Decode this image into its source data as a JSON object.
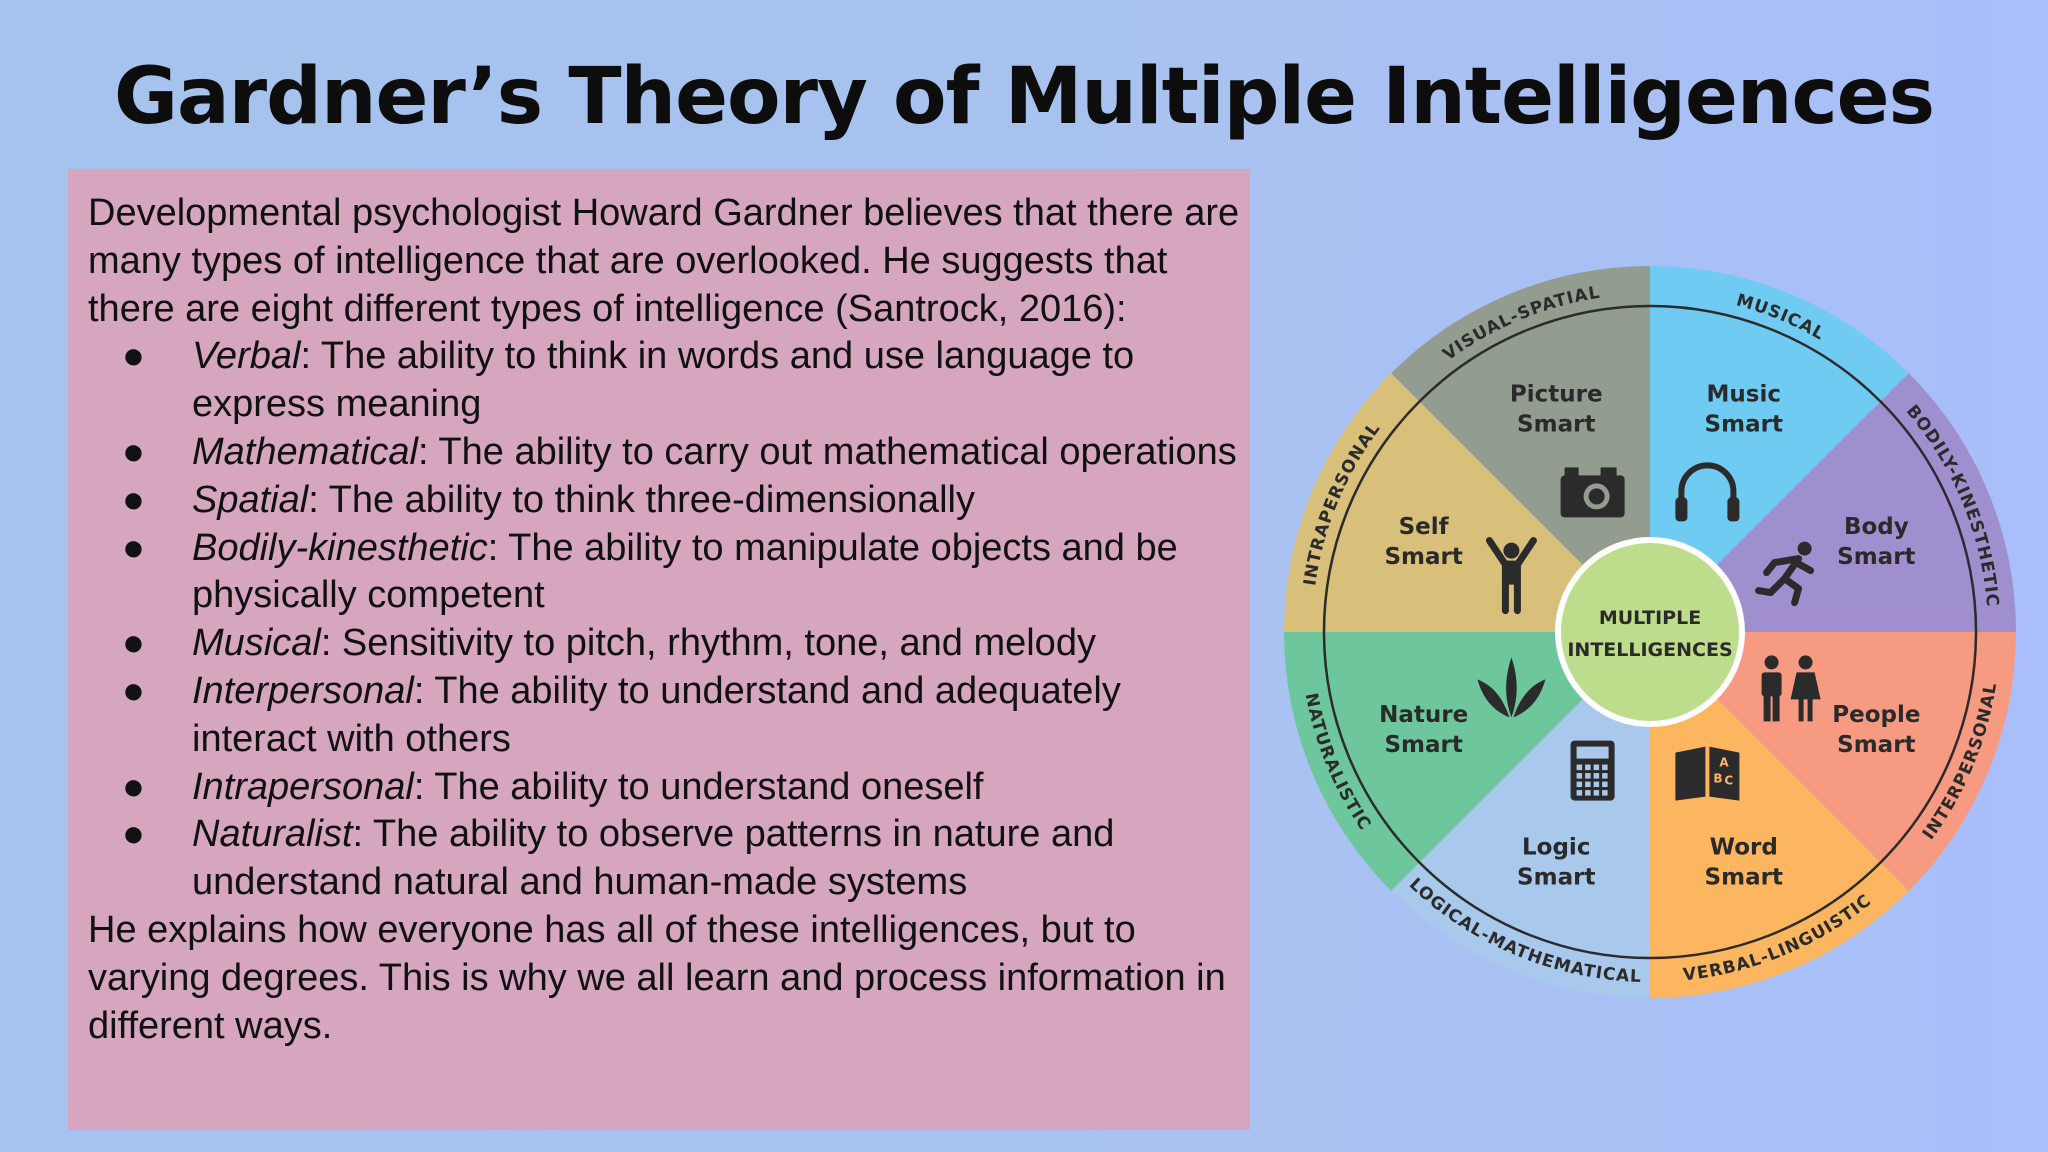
{
  "title": "Gardner’s Theory of Multiple Intelligences",
  "intro": "Developmental psychologist Howard Gardner believes that there are many types of intelligence that are overlooked. He suggests that there are eight different types of intelligence (Santrock, 2016):",
  "bullet_symbol": "●",
  "items": [
    {
      "term": "Verbal",
      "desc": ": The ability to think in words and use language to express meaning"
    },
    {
      "term": "Mathematical",
      "desc": ": The ability to carry out mathematical operations"
    },
    {
      "term": "Spatial",
      "desc": ": The ability to think three-dimensionally"
    },
    {
      "term": "Bodily-kinesthetic",
      "desc": ": The ability to manipulate objects and be physically competent"
    },
    {
      "term": "Musical",
      "desc": ": Sensitivity to pitch, rhythm, tone, and melody"
    },
    {
      "term": "Interpersonal",
      "desc": ": The ability to understand and adequately interact with others"
    },
    {
      "term": "Intrapersonal",
      "desc": ": The ability to understand oneself"
    },
    {
      "term": "Naturalist",
      "desc": ": The ability to observe patterns in nature and understand natural and human-made systems"
    }
  ],
  "conclusion": "He explains how everyone has all of these intelligences, but to varying degrees. This is why we all learn and process information in different ways.",
  "wheel": {
    "center": [
      "MULTIPLE",
      "INTELLIGENCES"
    ],
    "segments": [
      {
        "rim": "MUSICAL",
        "line1": "Music",
        "line2": "Smart",
        "icon": "headphones-icon",
        "color": "#6fcbf2"
      },
      {
        "rim": "BODILY-KINESTHETIC",
        "line1": "Body",
        "line2": "Smart",
        "icon": "running-person-icon",
        "color": "#a08fcf"
      },
      {
        "rim": "INTERPERSONAL",
        "line1": "People",
        "line2": "Smart",
        "icon": "people-icon",
        "color": "#f79a82"
      },
      {
        "rim": "VERBAL-LINGUISTIC",
        "line1": "Word",
        "line2": "Smart",
        "icon": "book-icon",
        "color": "#fcb660"
      },
      {
        "rim": "LOGICAL-MATHEMATICAL",
        "line1": "Logic",
        "line2": "Smart",
        "icon": "calculator-icon",
        "color": "#a8c8ec"
      },
      {
        "rim": "NATURALISTIC",
        "line1": "Nature",
        "line2": "Smart",
        "icon": "plant-icon",
        "color": "#6ec79c"
      },
      {
        "rim": "INTRAPERSONAL",
        "line1": "Self",
        "line2": "Smart",
        "icon": "person-arms-up-icon",
        "color": "#d8bf7a"
      },
      {
        "rim": "VISUAL-SPATIAL",
        "line1": "Picture",
        "line2": "Smart",
        "icon": "camera-icon",
        "color": "#939d8f"
      }
    ],
    "center_color": "#bddd8c",
    "icon_color": "#2b2b2b"
  }
}
